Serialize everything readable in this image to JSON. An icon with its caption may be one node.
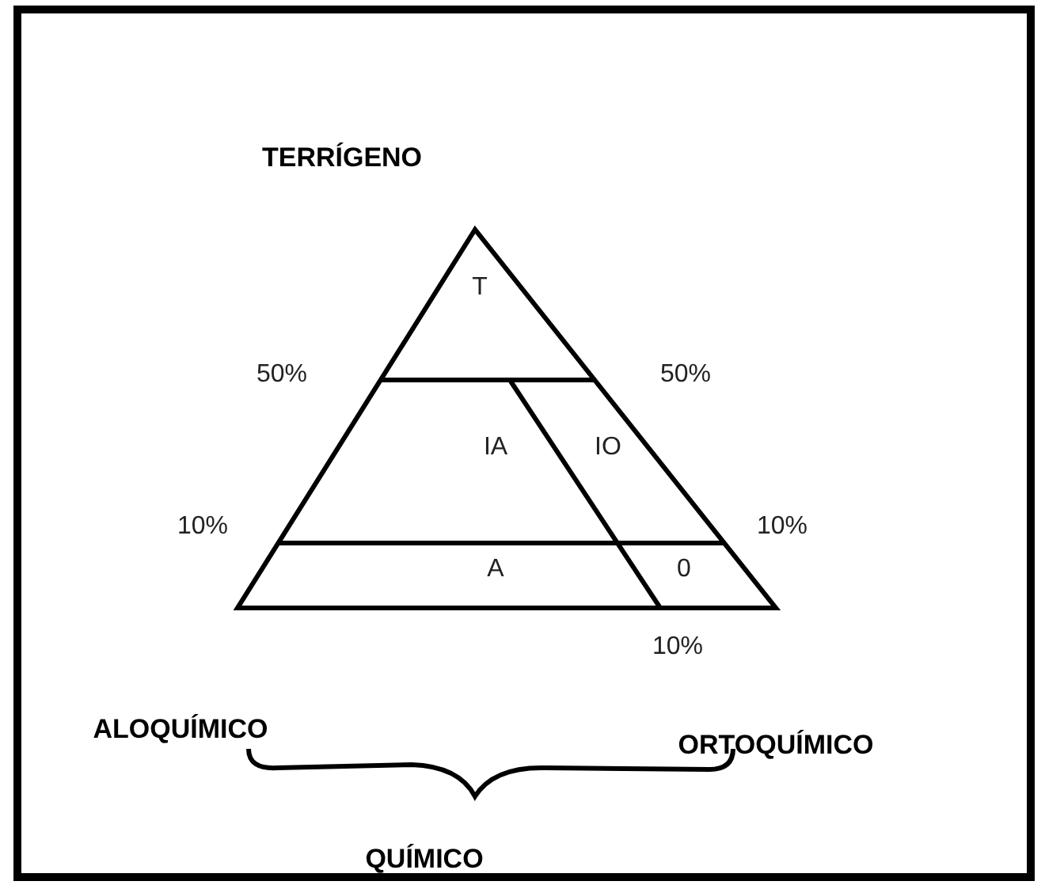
{
  "diagram": {
    "labels": [
      "TERRÍGENO",
      "T",
      "50%",
      "50%",
      "IA",
      "IO",
      "10%",
      "10%",
      "A",
      "0",
      "10%",
      "ALOQUÍMICO",
      "ORTOQUÍMICO",
      "QUÍMICO"
    ]
  }
}
